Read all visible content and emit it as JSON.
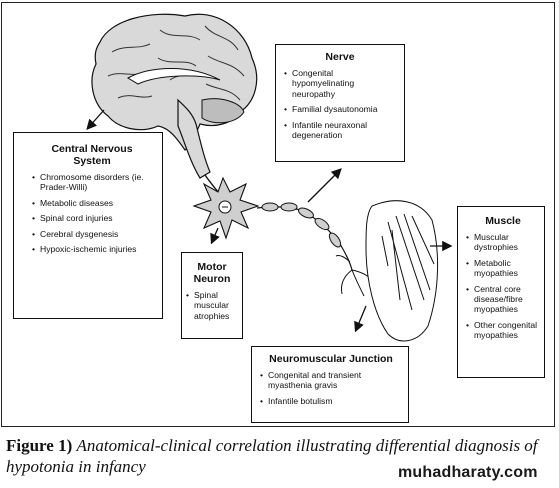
{
  "boxes": {
    "cns": {
      "title_line1": "Central Nervous",
      "title_line2": "System",
      "items": [
        "Chromosome disorders (ie. Prader-Willi)",
        "Metabolic diseases",
        "Spinal cord injuries",
        "Cerebral dysgenesis",
        "Hypoxic-ischemic injuries"
      ]
    },
    "nerve": {
      "title": "Nerve",
      "items": [
        "Congenital hypomyelinating neuropathy",
        "Familial dysautonomia",
        "Infantile neuraxonal degeneration"
      ]
    },
    "motor": {
      "title_line1": "Motor",
      "title_line2": "Neuron",
      "items": [
        "Spinal muscular atrophies"
      ]
    },
    "nmj": {
      "title": "Neuromuscular Junction",
      "items": [
        "Congenital and transient myasthenia gravis",
        "Infantile botulism"
      ]
    },
    "muscle": {
      "title": "Muscle",
      "items": [
        "Muscular dystrophies",
        "Metabolic myopathies",
        "Central core disease/fibre myopathies",
        "Other congenital myopathies"
      ]
    }
  },
  "caption": {
    "lead": "Figure 1)",
    "text": "Anatomical-clinical correlation illustrating differential diagnosis of hypotonia in infancy"
  },
  "watermark": "muhadharaty.com",
  "colors": {
    "ink": "#111111",
    "brain_fill": "#d9d9d9",
    "nerve_fill": "#cfcfcf"
  }
}
